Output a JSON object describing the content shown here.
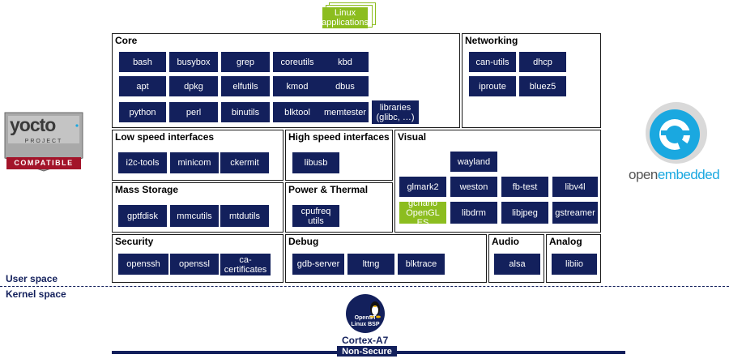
{
  "linux_apps": "Linux\napplications",
  "sections": {
    "core": {
      "title": "Core",
      "items": [
        "bash",
        "busybox",
        "grep",
        "coreutils",
        "kbd",
        "apt",
        "dpkg",
        "elfutils",
        "kmod",
        "dbus",
        "python",
        "perl",
        "binutils",
        "blktool",
        "memtester",
        "libraries\n(glibc, …)"
      ]
    },
    "networking": {
      "title": "Networking",
      "items": [
        "can-utils",
        "dhcp",
        "iproute",
        "bluez5"
      ]
    },
    "low_speed": {
      "title": "Low speed interfaces",
      "items": [
        "i2c-tools",
        "minicom",
        "ckermit"
      ]
    },
    "high_speed": {
      "title": "High speed interfaces",
      "items": [
        "libusb"
      ]
    },
    "visual": {
      "title": "Visual",
      "items": [
        "wayland",
        "glmark2",
        "weston",
        "fb-test",
        "libv4l",
        "gcnano\nOpenGL ES",
        "libdrm",
        "libjpeg",
        "gstreamer"
      ]
    },
    "mass_storage": {
      "title": "Mass Storage",
      "items": [
        "gptfdisk",
        "mmcutils",
        "mtdutils"
      ]
    },
    "power": {
      "title": "Power & Thermal",
      "items": [
        "cpufreq\nutils"
      ]
    },
    "security": {
      "title": "Security",
      "items": [
        "openssh",
        "openssl",
        "ca-\ncertificates"
      ]
    },
    "debug": {
      "title": "Debug",
      "items": [
        "gdb-server",
        "lttng",
        "blktrace"
      ]
    },
    "audio": {
      "title": "Audio",
      "items": [
        "alsa"
      ]
    },
    "analog": {
      "title": "Analog",
      "items": [
        "libiio"
      ]
    }
  },
  "space": {
    "user": "User space",
    "kernel": "Kernel space"
  },
  "bsp": {
    "line1": "OpenST",
    "line2": "Linux BSP",
    "cpu": "Cortex-A7",
    "mode": "Non-Secure"
  },
  "logos": {
    "yocto": {
      "name": "yocto",
      "sub": "PROJECT",
      "badge": "COMPATIBLE"
    },
    "openembedded": {
      "open": "open",
      "embedded": "embedded"
    }
  },
  "colors": {
    "navy": "#13205c",
    "green": "#8cbd1f",
    "oe_blue": "#1aa8e0"
  }
}
